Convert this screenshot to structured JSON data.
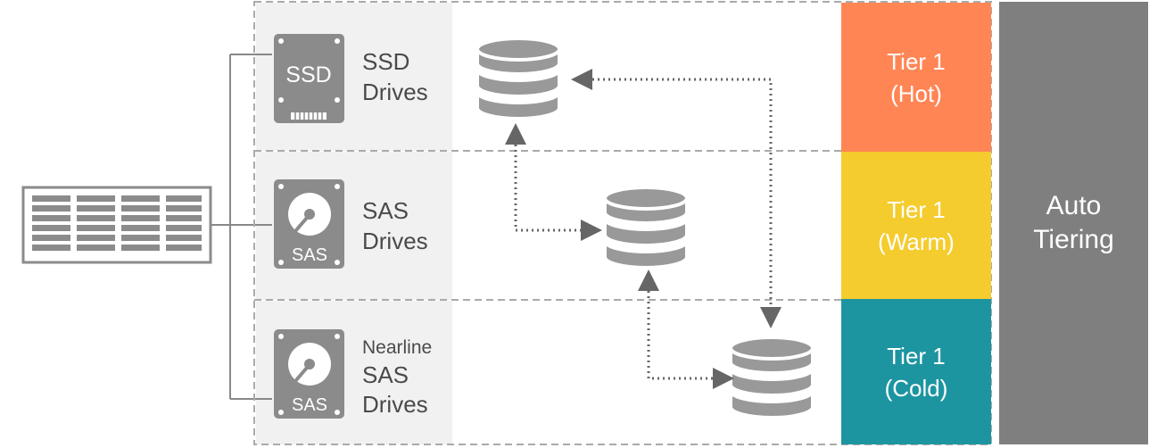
{
  "drives": [
    {
      "id": "ssd",
      "icon_text": "SSD",
      "label_lines": [
        "SSD",
        "Drives"
      ]
    },
    {
      "id": "sas",
      "icon_text": "SAS",
      "label_lines": [
        "SAS",
        "Drives"
      ]
    },
    {
      "id": "nearline",
      "icon_text": "SAS",
      "label_lines": [
        "Nearline",
        "SAS",
        "Drives"
      ]
    }
  ],
  "tiers": [
    {
      "line1": "Tier 1",
      "line2": "(Hot)",
      "color": "#ff8554"
    },
    {
      "line1": "Tier 1",
      "line2": "(Warm)",
      "color": "#f5cc2e"
    },
    {
      "line1": "Tier 1",
      "line2": "(Cold)",
      "color": "#1d95a1"
    }
  ],
  "auto_tiering": {
    "line1": "Auto",
    "line2": "Tiering",
    "color": "#7f7f7f"
  },
  "colors": {
    "icon": "#8b8b8b",
    "connector": "#888888",
    "arrow": "#666666",
    "panel": "#f1f1f1"
  }
}
